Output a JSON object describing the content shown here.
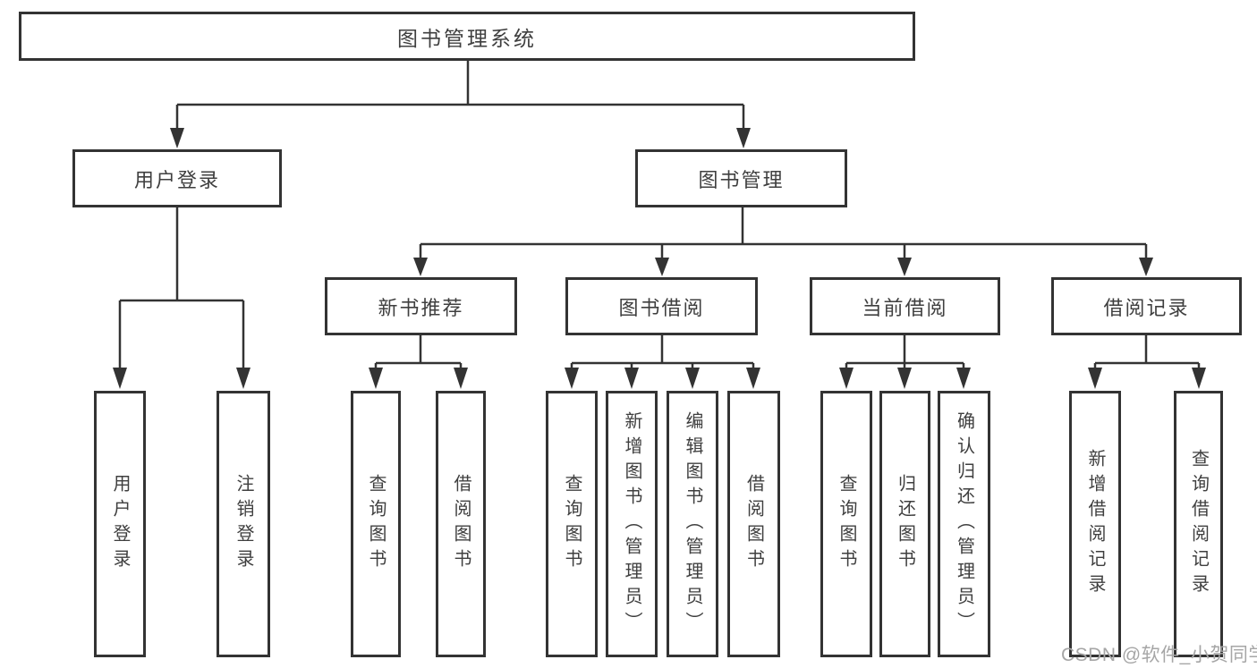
{
  "diagram": {
    "type": "org-tree",
    "colors": {
      "line": "#333333",
      "border": "#333333",
      "text": "#3f3f3f",
      "watermark": "#a6a6a6",
      "background": "#ffffff"
    },
    "tree": {
      "label": "图书管理系统",
      "children": [
        {
          "label": "用户登录",
          "children": [
            {
              "label": "用户登录"
            },
            {
              "label": "注销登录"
            }
          ]
        },
        {
          "label": "图书管理",
          "children": [
            {
              "label": "新书推荐",
              "children": [
                {
                  "label": "查询图书"
                },
                {
                  "label": "借阅图书"
                }
              ]
            },
            {
              "label": "图书借阅",
              "children": [
                {
                  "label": "查询图书"
                },
                {
                  "label": "新增图书（管理员）"
                },
                {
                  "label": "编辑图书（管理员）"
                },
                {
                  "label": "借阅图书"
                }
              ]
            },
            {
              "label": "当前借阅",
              "children": [
                {
                  "label": "查询图书"
                },
                {
                  "label": "归还图书"
                },
                {
                  "label": "确认归还（管理员）"
                }
              ]
            },
            {
              "label": "借阅记录",
              "children": [
                {
                  "label": "新增借阅记录"
                },
                {
                  "label": "查询借阅记录"
                }
              ]
            }
          ]
        }
      ]
    },
    "watermark": {
      "text": "CSDN @软件_小贺同学"
    }
  }
}
